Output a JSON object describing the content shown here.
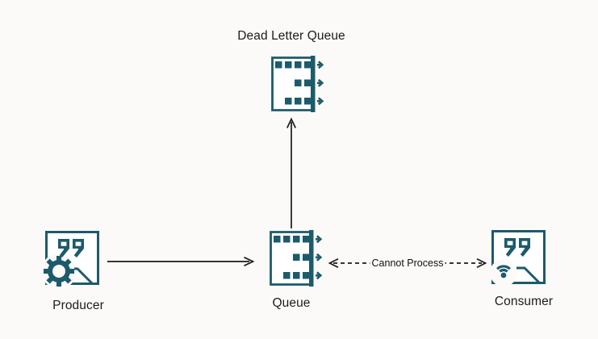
{
  "diagram": {
    "type": "message-queue-architecture",
    "colors": {
      "icon": "#1D5A6C",
      "arrow": "#1A1A1A",
      "text": "#1C1C1C",
      "background": "#FBFAF8"
    },
    "nodes": [
      {
        "id": "producer",
        "label": "Producer",
        "icon": "producer-message-icon"
      },
      {
        "id": "queue",
        "label": "Queue",
        "icon": "queue-icon"
      },
      {
        "id": "dead-letter-queue",
        "label": "Dead Letter Queue",
        "icon": "queue-icon"
      },
      {
        "id": "consumer",
        "label": "Consumer",
        "icon": "consumer-message-icon"
      }
    ],
    "edges": [
      {
        "from": "producer",
        "to": "queue",
        "style": "solid",
        "direction": "forward",
        "label": ""
      },
      {
        "from": "queue",
        "to": "dead-letter-queue",
        "style": "solid",
        "direction": "forward",
        "label": ""
      },
      {
        "from": "queue",
        "to": "consumer",
        "style": "dashed",
        "direction": "both",
        "label": "Cannot Process"
      }
    ]
  }
}
